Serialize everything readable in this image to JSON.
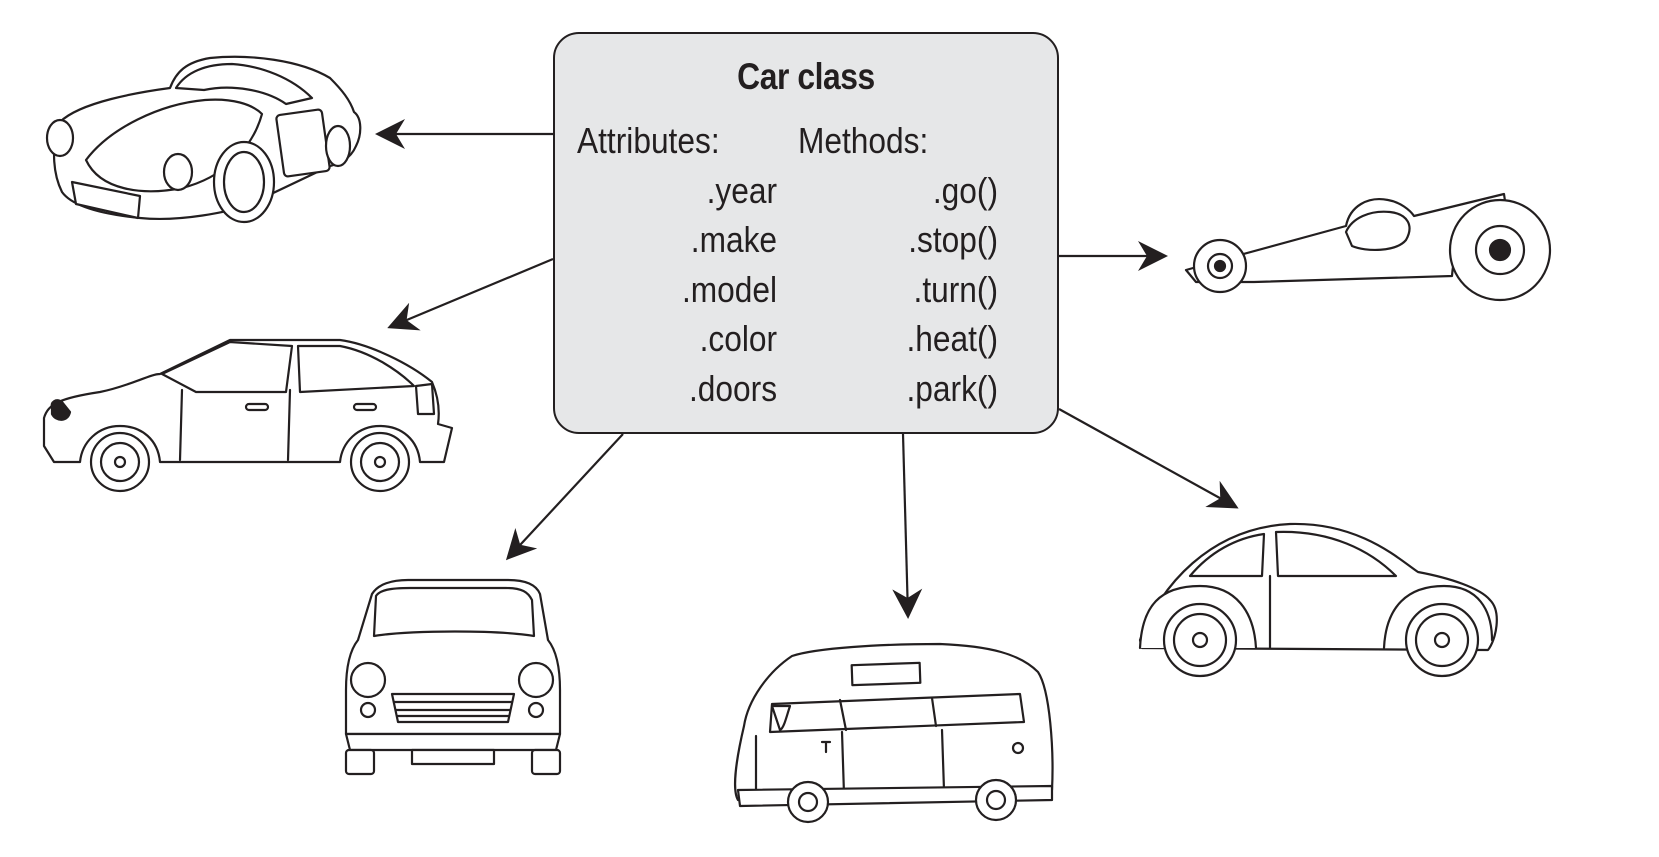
{
  "class_box": {
    "title": "Car class",
    "attributes_header": "Attributes:",
    "attributes": [
      ".year",
      ".make",
      ".model",
      ".color",
      ".doors"
    ],
    "methods_header": "Methods:",
    "methods": [
      ".go()",
      ".stop()",
      ".turn()",
      ".heat()",
      ".park()"
    ]
  },
  "colors": {
    "box_fill": "#e6e7e8",
    "stroke": "#231f20"
  },
  "instances": [
    {
      "icon": "sports-coupe-icon"
    },
    {
      "icon": "hatchback-icon"
    },
    {
      "icon": "mini-cooper-icon"
    },
    {
      "icon": "microbus-icon"
    },
    {
      "icon": "beetle-icon"
    },
    {
      "icon": "dragster-icon"
    }
  ]
}
